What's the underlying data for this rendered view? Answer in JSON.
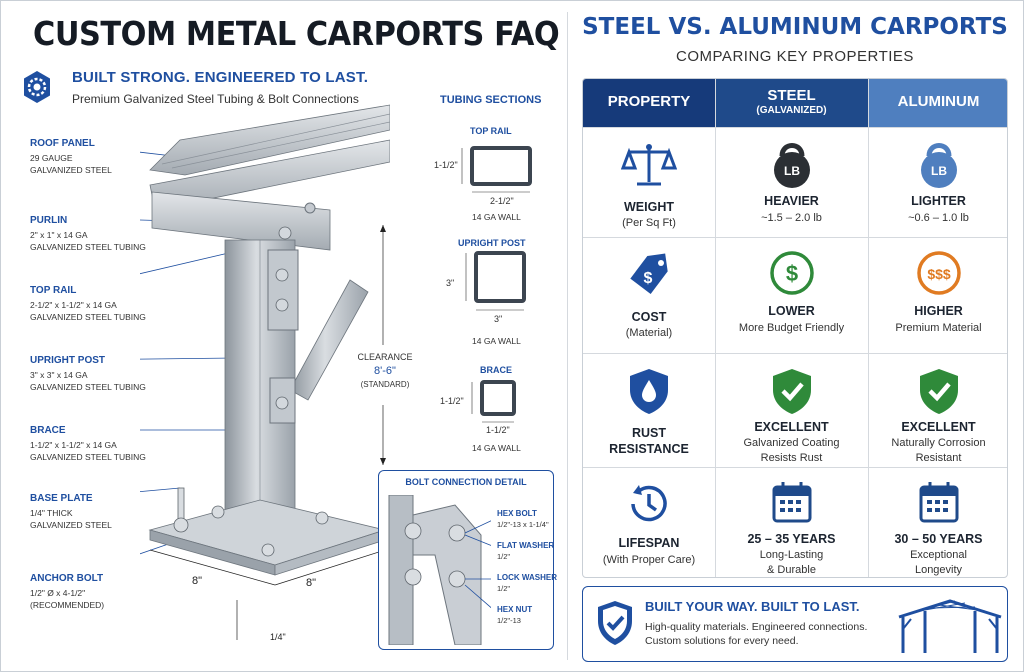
{
  "left": {
    "title": "CUSTOM METAL CARPORTS FAQ",
    "tagline": "BUILT STRONG. ENGINEERED TO LAST.",
    "subtagline": "Premium Galvanized Steel Tubing & Bolt Connections",
    "parts": [
      {
        "name": "ROOF PANEL",
        "desc1": "29 GAUGE",
        "desc2": "GALVANIZED STEEL"
      },
      {
        "name": "PURLIN",
        "desc1": "2\" x 1\" x 14 GA",
        "desc2": "GALVANIZED STEEL TUBING"
      },
      {
        "name": "TOP RAIL",
        "desc1": "2-1/2\" x 1-1/2\" x 14 GA",
        "desc2": "GALVANIZED STEEL TUBING"
      },
      {
        "name": "UPRIGHT POST",
        "desc1": "3\" x 3\" x 14 GA",
        "desc2": "GALVANIZED STEEL TUBING"
      },
      {
        "name": "BRACE",
        "desc1": "1-1/2\" x 1-1/2\" x 14 GA",
        "desc2": "GALVANIZED STEEL TUBING"
      },
      {
        "name": "BASE PLATE",
        "desc1": "1/4\"  THICK",
        "desc2": "GALVANIZED STEEL"
      },
      {
        "name": "ANCHOR BOLT",
        "desc1": "1/2\" Ø x 4-1/2\"",
        "desc2": "(RECOMMENDED)"
      }
    ],
    "base_dims": {
      "width": "8\"",
      "depth": "8\"",
      "thickness": "1/4\""
    },
    "tubing": {
      "title": "TUBING SECTIONS",
      "sections": [
        {
          "name": "TOP RAIL",
          "height": "1-1/2\"",
          "width": "2-1/2\"",
          "wall": "14 GA WALL"
        },
        {
          "name": "UPRIGHT POST",
          "height": "3\"",
          "width": "3\"",
          "wall": "14 GA WALL"
        },
        {
          "name": "BRACE",
          "height": "1-1/2\"",
          "width": "1-1/2\"",
          "wall": "14 GA WALL"
        }
      ]
    },
    "clearance": {
      "label": "CLEARANCE",
      "value": "8'-6\"",
      "note": "(STANDARD)"
    },
    "bolt": {
      "title": "BOLT CONNECTION DETAIL",
      "items": [
        {
          "name": "HEX BOLT",
          "spec": "1/2\"-13 x 1-1/4\""
        },
        {
          "name": "FLAT WASHER",
          "spec": "1/2\""
        },
        {
          "name": "LOCK WASHER",
          "spec": "1/2\""
        },
        {
          "name": "HEX NUT",
          "spec": "1/2\"-13"
        }
      ]
    }
  },
  "right": {
    "title": "STEEL VS. ALUMINUM CARPORTS",
    "subtitle": "COMPARING KEY PROPERTIES",
    "headers": {
      "property": "PROPERTY",
      "steel": "STEEL",
      "steel_sub": "(GALVANIZED)",
      "aluminum": "ALUMINUM"
    },
    "rows": [
      {
        "prop": "WEIGHT",
        "prop_sub": "(Per Sq Ft)",
        "steel": "HEAVIER",
        "steel_sub": "~1.5 – 2.0 lb",
        "steel_sub2": "",
        "alu": "LIGHTER",
        "alu_sub": "~0.6 – 1.0 lb",
        "alu_sub2": "",
        "icon_text": "LB"
      },
      {
        "prop": "COST",
        "prop_sub": "(Material)",
        "steel": "LOWER",
        "steel_sub": "More Budget Friendly",
        "steel_sub2": "",
        "alu": "HIGHER",
        "alu_sub": "Premium Material",
        "alu_sub2": "",
        "steel_icon_text": "$",
        "alu_icon_text": "$$$"
      },
      {
        "prop": "RUST",
        "prop_sub": "RESISTANCE",
        "steel": "EXCELLENT",
        "steel_sub": "Galvanized Coating",
        "steel_sub2": "Resists Rust",
        "alu": "EXCELLENT",
        "alu_sub": "Naturally Corrosion",
        "alu_sub2": "Resistant"
      },
      {
        "prop": "LIFESPAN",
        "prop_sub": "(With Proper Care)",
        "steel": "25 – 35 YEARS",
        "steel_sub": "Long-Lasting",
        "steel_sub2": "& Durable",
        "alu": "30 – 50 YEARS",
        "alu_sub": "Exceptional",
        "alu_sub2": "Longevity"
      }
    ],
    "footer": {
      "title": "BUILT YOUR WAY. BUILT TO LAST.",
      "line1": "High-quality materials. Engineered connections.",
      "line2": "Custom solutions for every need."
    }
  },
  "colors": {
    "navy": "#163a7a",
    "steel_blue": "#2c5f9f",
    "aluminum_blue": "#4f7fbf",
    "green": "#2f8a3a",
    "orange": "#e07b22",
    "accent": "#1f4fa0"
  }
}
